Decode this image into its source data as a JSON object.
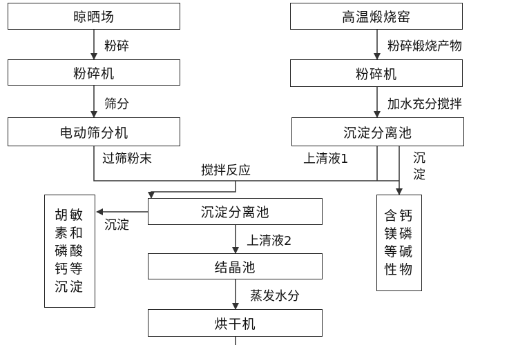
{
  "boxes": {
    "drying_yard": "晾晒场",
    "kiln": "高温煅烧窑",
    "crusher_left": "粉碎机",
    "crusher_right": "粉碎机",
    "electric_sieve": "电动筛分机",
    "sediment_tank_right": "沉淀分离池",
    "sediment_tank_mid": "沉淀分离池",
    "crystallizer": "结晶池",
    "dryer": "烘干机",
    "carotene_precipitate": "胡敏素和磷酸钙等沉淀",
    "ca_mg_p_alkaline": "含钙镁磷等碱性物"
  },
  "labels": {
    "crush": "粉碎",
    "sieve": "筛分",
    "sieved_powder": "过筛粉末",
    "stir_react": "搅拌反应",
    "crush_calcined": "粉碎煅烧产物",
    "add_water_stir": "加水充分搅拌",
    "supernatant_1": "上清液1",
    "sediment_right": "沉淀",
    "sediment_left": "沉淀",
    "supernatant_2": "上清液2",
    "evaporate": "蒸发水分"
  },
  "colors": {
    "line": "#333333",
    "border": "#222222",
    "text": "#111111"
  }
}
